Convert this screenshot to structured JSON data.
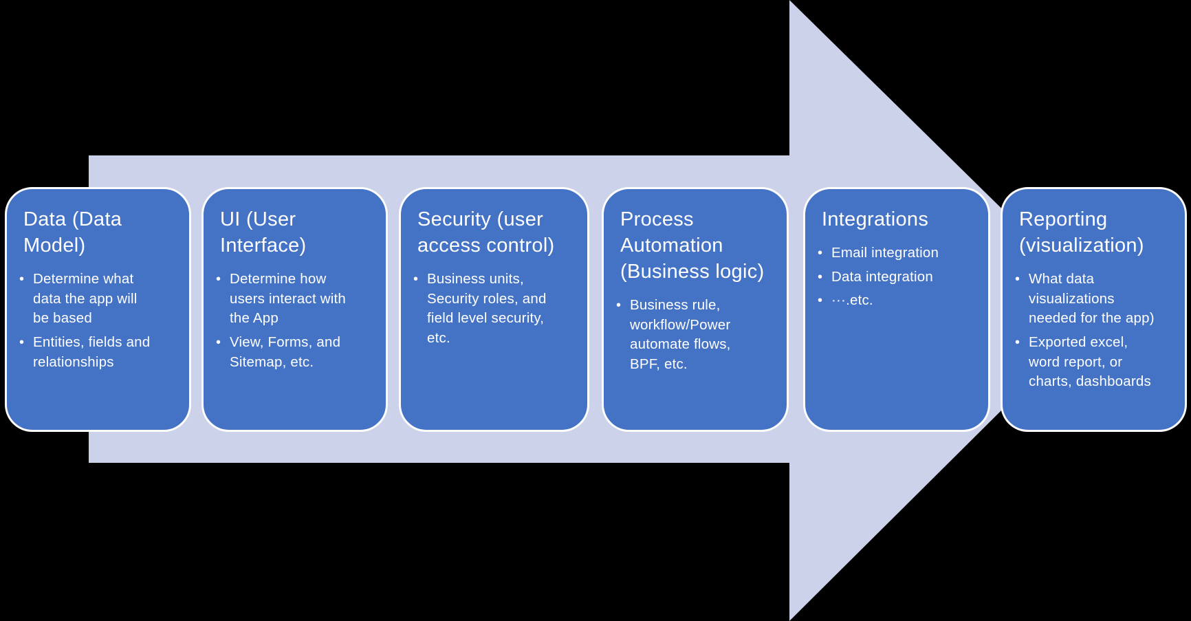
{
  "colors": {
    "background": "#000000",
    "arrow_fill": "#CCD2E9",
    "card_bg": "#4472C4",
    "card_border": "#FFFFFF",
    "text": "#FFFFFF"
  },
  "diagram": {
    "type": "process-flow-right-arrow",
    "cards": [
      {
        "id": "data",
        "title": "Data (Data\nModel)",
        "bullets": [
          "Determine what\ndata the app will\nbe based",
          "Entities, fields and\nrelationships"
        ]
      },
      {
        "id": "ui",
        "title": "UI (User\nInterface)",
        "bullets": [
          "Determine how\nusers interact with\nthe App",
          "View, Forms, and\nSitemap, etc."
        ]
      },
      {
        "id": "security",
        "title": "Security (user\naccess control)",
        "bullets": [
          "Business units,\nSecurity roles, and\nfield level security,\netc."
        ]
      },
      {
        "id": "process-automation",
        "title": "Process\nAutomation\n(Business logic)",
        "bullets": [
          "Business rule,\nworkflow/Power\nautomate flows,\nBPF, etc."
        ]
      },
      {
        "id": "integrations",
        "title": "Integrations",
        "bullets": [
          "Email integration",
          "Data integration",
          "···.etc."
        ]
      },
      {
        "id": "reporting",
        "title": "Reporting\n(visualization)",
        "bullets": [
          "What data\nvisualizations\nneeded for the app)",
          "Exported excel,\nword report, or\ncharts, dashboards"
        ]
      }
    ]
  }
}
